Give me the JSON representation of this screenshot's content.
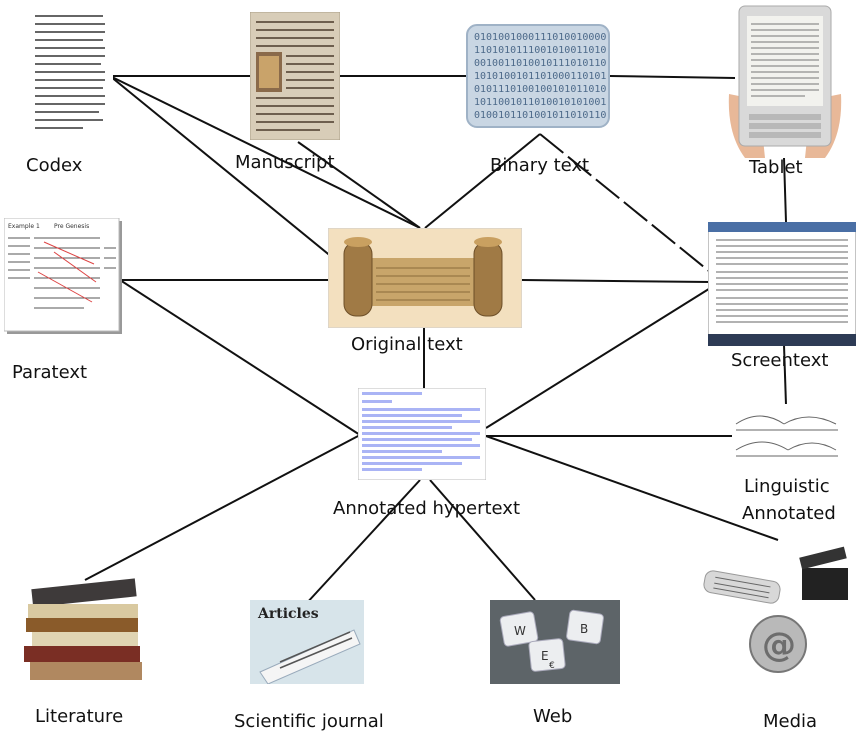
{
  "nodes": {
    "codex": "Codex",
    "manuscript": "Manuscript",
    "binary_text": "Binary text",
    "tablet": "Tablet",
    "paratext": "Paratext",
    "original_text": "Original text",
    "screentext": "Screentext",
    "annotated_hypertext": "Annotated  hypertext",
    "linguistic_annotated_line1": "Linguistic",
    "linguistic_annotated_line2": "Annotated",
    "literature": "Literature",
    "scientific_journal": "Scientific journal",
    "web": "Web",
    "media": "Media"
  },
  "images": {
    "articles_caption": "Articles",
    "keys": [
      "W",
      "B",
      "E",
      "€"
    ],
    "paratext_title": "Pre Genesis",
    "paratext_heading": "Example 1",
    "binary_pattern": "0101001000111010010000"
  },
  "colors": {
    "line": "#111111",
    "annotation_highlight": "#aab4f5"
  }
}
